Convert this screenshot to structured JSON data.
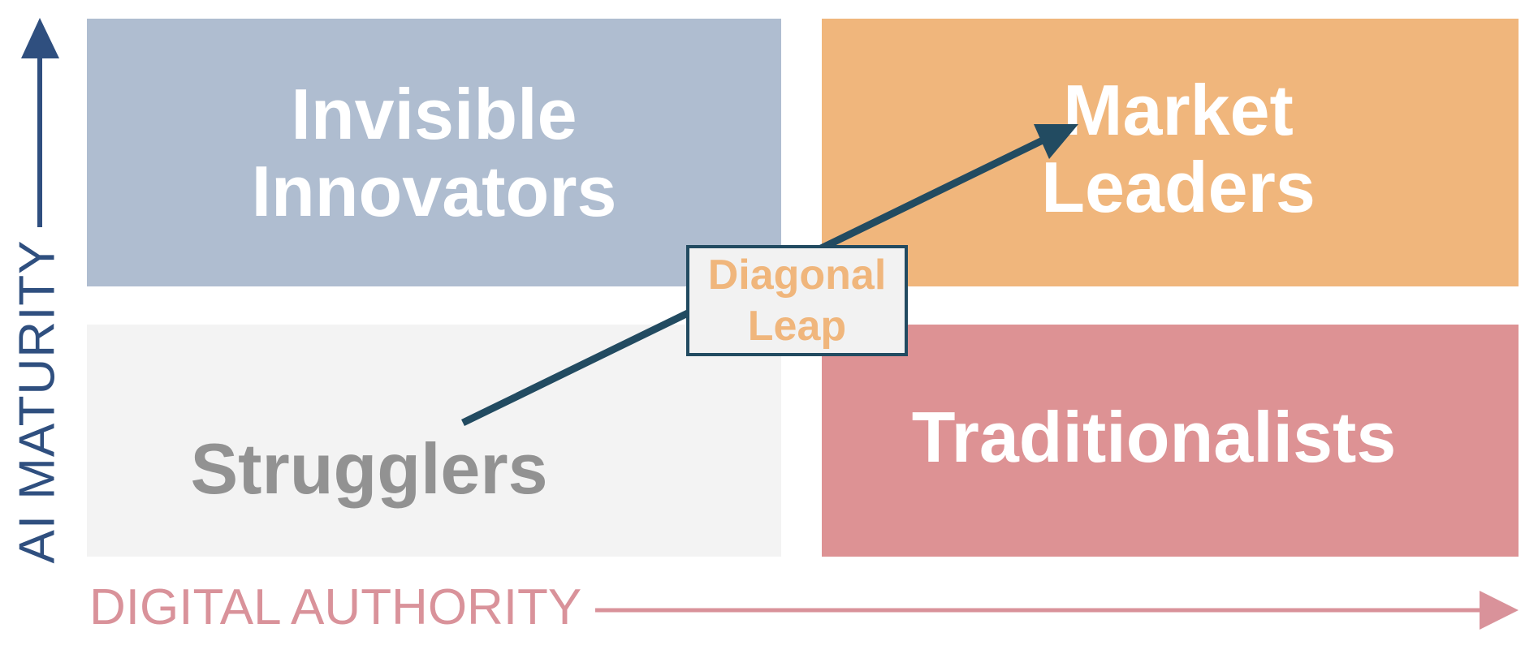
{
  "colors": {
    "invisible_innovators": "#afbdd0",
    "market_leaders": "#f0b67c",
    "strugglers": "#f3f3f3",
    "strugglers_text": "#929292",
    "traditionalists": "#dd9294",
    "leap_arrow": "#224b61",
    "leap_text": "#f0b67c",
    "y_axis": "#2f4f7f",
    "x_axis": "#d9929a"
  },
  "quadrants": {
    "top_left": {
      "label": "Invisible\nInnovators"
    },
    "top_right": {
      "label": "Market\nLeaders"
    },
    "bottom_left": {
      "label": "Strugglers"
    },
    "bottom_right": {
      "label": "Traditionalists"
    }
  },
  "leap": {
    "label": "Diagonal\nLeap"
  },
  "axes": {
    "y_label": "AI MATURITY",
    "x_label": "DIGITAL AUTHORITY"
  }
}
